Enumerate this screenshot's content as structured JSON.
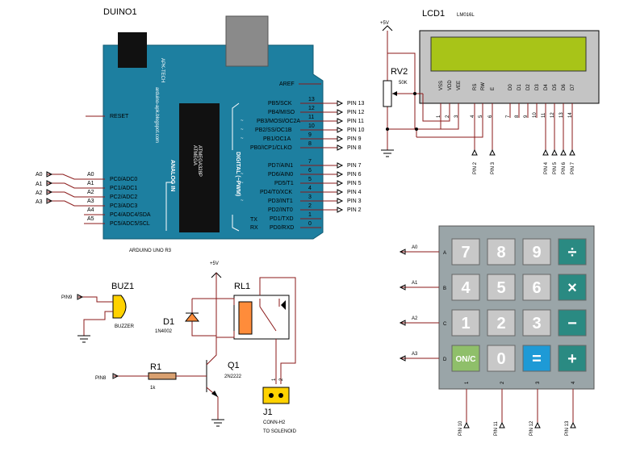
{
  "arduino": {
    "ref": "DUINO1",
    "model": "ARDUINO UNO R3",
    "brand": "APK-TECH",
    "site": "arduino-apk.blogspot.com",
    "chip": "ATMEGA328P",
    "chip_sub": "ATMEGA",
    "analog_label": "ANALOG IN",
    "digital_label": "DIGITAL (~PWM)",
    "aref": "AREF",
    "reset": "RESET",
    "analog_pins": [
      {
        "net": "A0",
        "pin": "A0",
        "name": "PC0/ADC0"
      },
      {
        "net": "A1",
        "pin": "A1",
        "name": "PC1/ADC1"
      },
      {
        "net": "A2",
        "pin": "A2",
        "name": "PC2/ADC2"
      },
      {
        "net": "A3",
        "pin": "A3",
        "name": "PC3/ADC3"
      },
      {
        "net": "",
        "pin": "A4",
        "name": "PC4/ADC4/SDA"
      },
      {
        "net": "",
        "pin": "A5",
        "name": "PC5/ADC5/SCL"
      }
    ],
    "digital_top": [
      {
        "name": "PB5/SCK",
        "num": "13",
        "net": "PIN 13"
      },
      {
        "name": "PB4/MISO",
        "num": "12",
        "net": "PIN 12"
      },
      {
        "name": "PB3/MOSI/OC2A",
        "num": "11",
        "net": "PIN 11"
      },
      {
        "name": "PB2/SS/OC1B",
        "num": "10",
        "net": "PIN 10"
      },
      {
        "name": "PB1/OC1A",
        "num": "9",
        "net": "PIN 9"
      },
      {
        "name": "PB0/ICP1/CLKO",
        "num": "8",
        "net": "PIN 8"
      }
    ],
    "digital_bottom": [
      {
        "name": "PD7/AIN1",
        "num": "7",
        "net": "PIN 7"
      },
      {
        "name": "PD6/AIN0",
        "num": "6",
        "net": "PIN 6"
      },
      {
        "name": "PD5/T1",
        "num": "5",
        "net": "PIN 5"
      },
      {
        "name": "PD4/T0/XCK",
        "num": "4",
        "net": "PIN 4"
      },
      {
        "name": "PD3/INT1",
        "num": "3",
        "net": "PIN 3"
      },
      {
        "name": "PD2/INT0",
        "num": "2",
        "net": "PIN 2"
      },
      {
        "name": "PD1/TXD",
        "num": "1",
        "net": ""
      },
      {
        "name": "PD0/RXD",
        "num": "0",
        "net": ""
      }
    ],
    "tx": "TX",
    "rx": "RX",
    "tilde": "~"
  },
  "lcd": {
    "ref": "LCD1",
    "model": "LM016L",
    "pins": [
      {
        "name": "VSS",
        "num": "1"
      },
      {
        "name": "VDD",
        "num": "2"
      },
      {
        "name": "VEE",
        "num": "3"
      },
      {
        "name": "RS",
        "num": "4"
      },
      {
        "name": "RW",
        "num": "5"
      },
      {
        "name": "E",
        "num": "6"
      },
      {
        "name": "D0",
        "num": "7"
      },
      {
        "name": "D1",
        "num": "8"
      },
      {
        "name": "D2",
        "num": "9"
      },
      {
        "name": "D3",
        "num": "10"
      },
      {
        "name": "D4",
        "num": "11"
      },
      {
        "name": "D5",
        "num": "12"
      },
      {
        "name": "D6",
        "num": "13"
      },
      {
        "name": "D7",
        "num": "14"
      }
    ],
    "nets": [
      "PIN 2",
      "PIN 3",
      "PIN 4",
      "PIN 5",
      "PIN 6",
      "PIN 7"
    ]
  },
  "pot": {
    "ref": "RV2",
    "value": "50K",
    "supply": "+5V"
  },
  "keypad": {
    "rows": [
      "A",
      "B",
      "C",
      "D"
    ],
    "row_nets": [
      "A0",
      "A1",
      "A2",
      "A3"
    ],
    "cols": [
      "1",
      "2",
      "3",
      "4"
    ],
    "col_nets": [
      "PIN 10",
      "PIN 11",
      "PIN 12",
      "PIN 13"
    ],
    "keys": [
      [
        "7",
        "8",
        "9",
        "÷"
      ],
      [
        "4",
        "5",
        "6",
        "×"
      ],
      [
        "1",
        "2",
        "3",
        "−"
      ],
      [
        "ON/C",
        "0",
        "=",
        "+"
      ]
    ],
    "colors": {
      "digit": "#c8c8c8",
      "op": "#2a8a82",
      "on": "#8fbf6a",
      "eq": "#1e9ad6",
      "body": "#9aa5a8"
    }
  },
  "buzzer": {
    "ref": "BUZ1",
    "name": "BUZZER",
    "net": "PIN9"
  },
  "relay": {
    "ref": "RL1",
    "supply": "+5V"
  },
  "diode": {
    "ref": "D1",
    "part": "1N4002"
  },
  "transistor": {
    "ref": "Q1",
    "part": "2N2222"
  },
  "resistor": {
    "ref": "R1",
    "value": "1k",
    "net": "PIN8"
  },
  "connector": {
    "ref": "J1",
    "part": "CONN-H2",
    "note": "TO SOLENOID",
    "pins": [
      "1",
      "2"
    ]
  },
  "colors": {
    "board": "#1d7fa0",
    "wire": "#8b1a1a",
    "lcd_screen": "#a8c418"
  }
}
